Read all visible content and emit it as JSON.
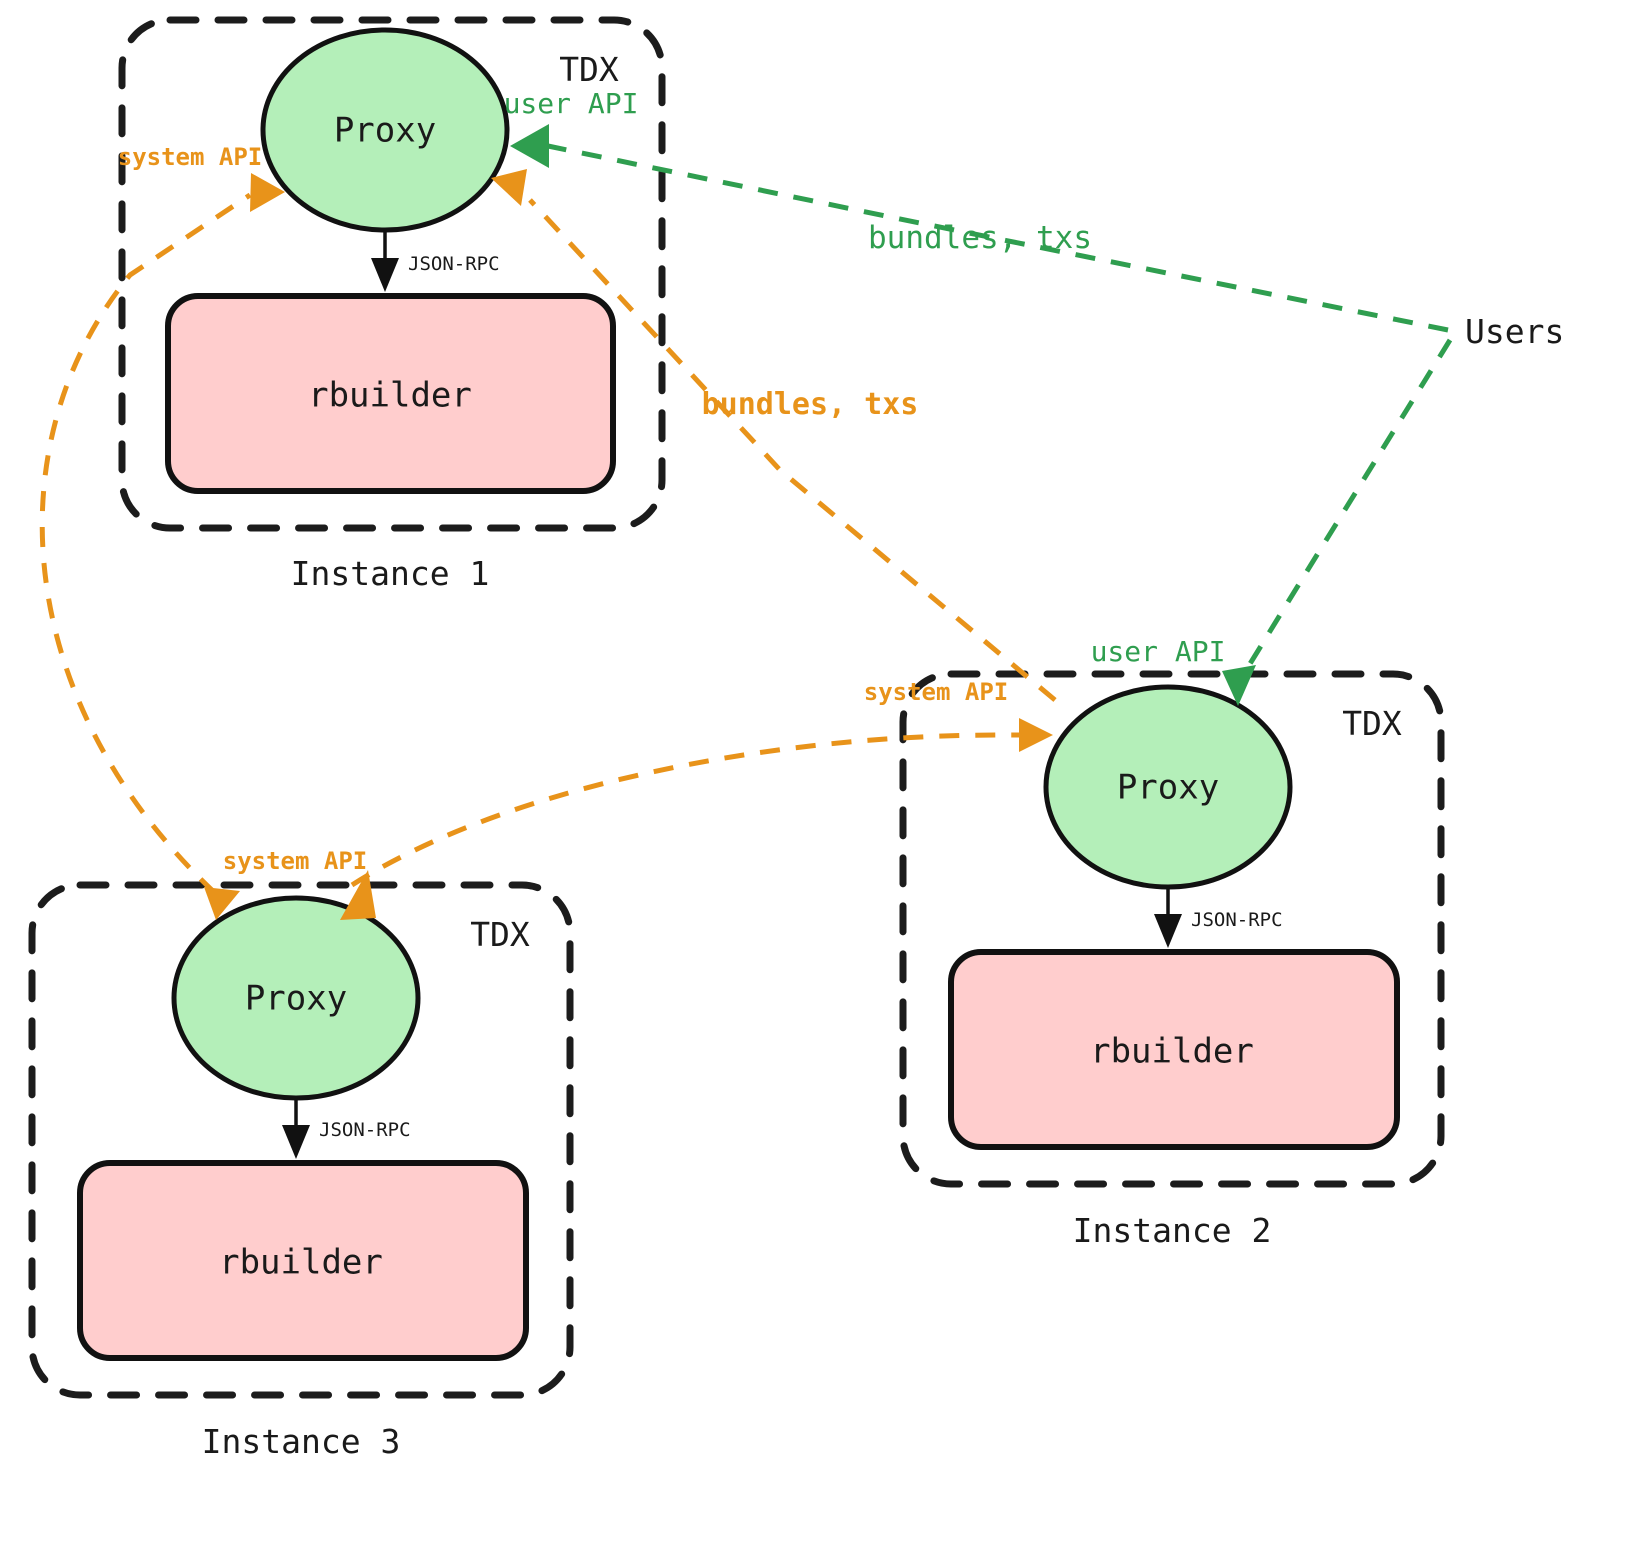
{
  "diagram": {
    "title": "TDX instance proxy / rbuilder architecture",
    "colors": {
      "proxy_fill": "#b4efb9",
      "rbuilder_fill": "#ffcdcd",
      "node_stroke": "#111111",
      "boundary_stroke": "#1c1c1c",
      "system_api_color": "#e8931a",
      "user_api_color": "#2f9e4f",
      "background": "#ffffff"
    },
    "instances": [
      {
        "id": "instance-1",
        "caption": "Instance 1",
        "boundary_label": "TDX",
        "proxy_label": "Proxy",
        "rbuilder_label": "rbuilder",
        "internal_edge_label": "JSON-RPC"
      },
      {
        "id": "instance-2",
        "caption": "Instance 2",
        "boundary_label": "TDX",
        "proxy_label": "Proxy",
        "rbuilder_label": "rbuilder",
        "internal_edge_label": "JSON-RPC"
      },
      {
        "id": "instance-3",
        "caption": "Instance 3",
        "boundary_label": "TDX",
        "proxy_label": "Proxy",
        "rbuilder_label": "rbuilder",
        "internal_edge_label": "JSON-RPC"
      }
    ],
    "external_actor": {
      "id": "users",
      "label": "Users"
    },
    "edge_labels": {
      "system_api_1": "system API",
      "system_api_2": "system API",
      "system_api_3": "system API",
      "user_api_1": "user API",
      "user_api_2": "user API",
      "bundles_txs_green": "bundles, txs",
      "bundles_txs_orange": "bundles, txs",
      "json_rpc": "JSON-RPC"
    },
    "edges": [
      {
        "from": "instance-3-proxy",
        "to": "instance-1-proxy",
        "label": "system API",
        "kind": "system",
        "style": "dashed"
      },
      {
        "from": "instance-2-proxy",
        "to": "instance-1-proxy",
        "label": "bundles, txs",
        "kind": "system",
        "style": "dashed"
      },
      {
        "from": "instance-3-proxy",
        "to": "instance-2-proxy",
        "label": "system API",
        "kind": "system",
        "style": "dashed"
      },
      {
        "from": "instance-1-proxy",
        "to": "instance-3-proxy",
        "label": "system API",
        "kind": "system",
        "style": "dashed"
      },
      {
        "from": "users",
        "to": "instance-1-proxy",
        "label": "bundles, txs",
        "kind": "user",
        "style": "dashed"
      },
      {
        "from": "users",
        "to": "instance-2-proxy",
        "label": "user API",
        "kind": "user",
        "style": "dashed"
      },
      {
        "from": "instance-1-proxy",
        "to": "instance-1-rbuilder",
        "label": "JSON-RPC",
        "kind": "internal",
        "style": "solid"
      },
      {
        "from": "instance-2-proxy",
        "to": "instance-2-rbuilder",
        "label": "JSON-RPC",
        "kind": "internal",
        "style": "solid"
      },
      {
        "from": "instance-3-proxy",
        "to": "instance-3-rbuilder",
        "label": "JSON-RPC",
        "kind": "internal",
        "style": "solid"
      }
    ]
  }
}
